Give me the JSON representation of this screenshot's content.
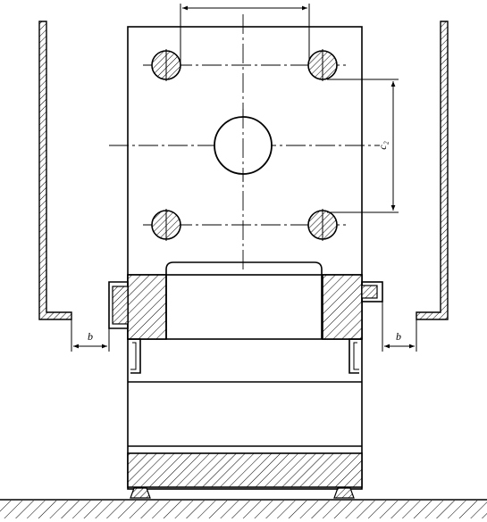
{
  "labels": {
    "gap_left": "b",
    "gap_right": "b",
    "vertical_dim": "c₂"
  }
}
